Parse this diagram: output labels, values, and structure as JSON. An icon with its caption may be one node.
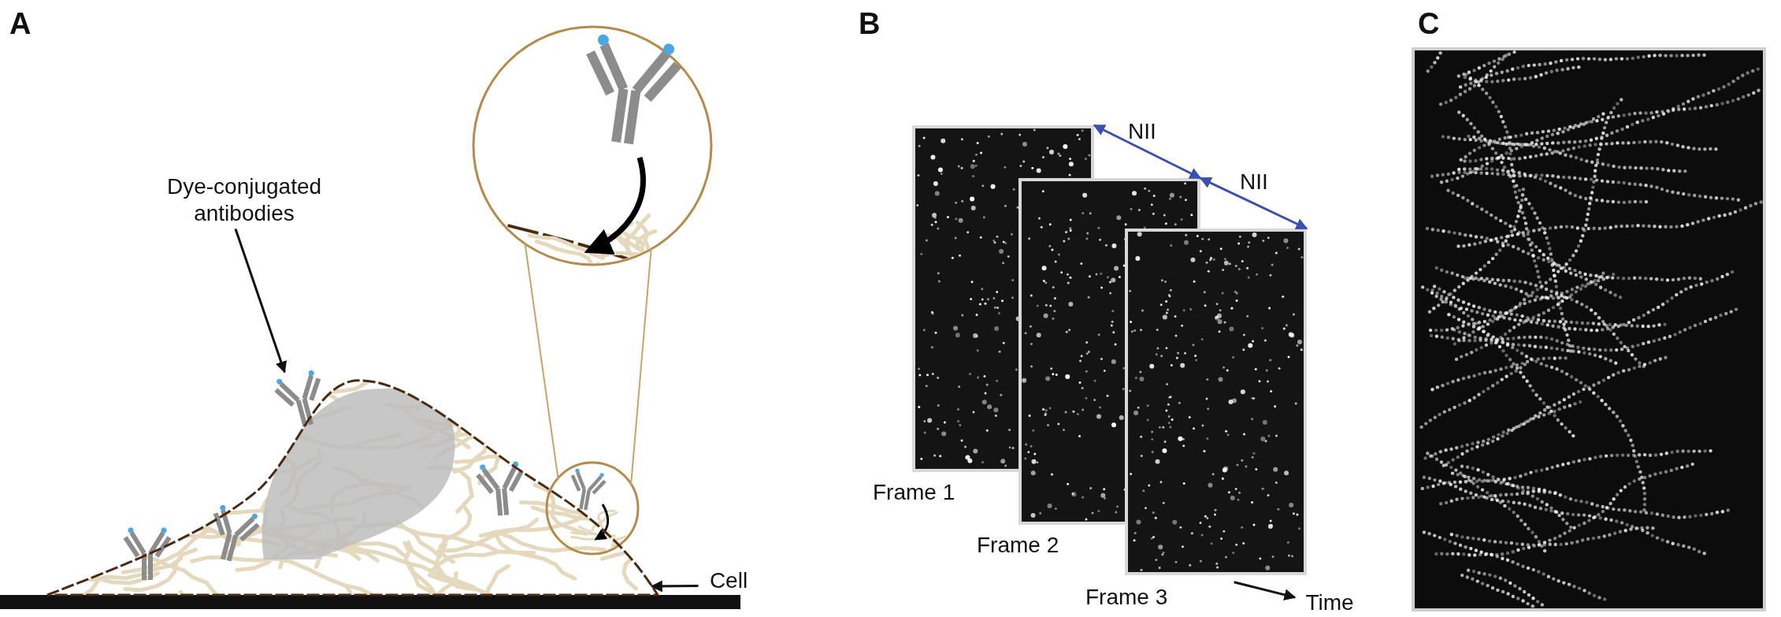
{
  "diagram": {
    "nodes": [
      {
        "text": [],
        "shape": "circle"
      },
      {
        "text": [
          "Dye-conjugated antibodies"
        ]
      },
      {
        "text": [],
        "shape": "picture"
      },
      {
        "text": [],
        "shape": "circle"
      },
      {
        "text": [
          "Cell"
        ]
      },
      {
        "text": [],
        "shape": "picture"
      },
      {
        "text": [],
        "shape": "picture",
        "beside": [
          "Frame 1"
        ]
      },
      {
        "text": [],
        "shape": "picture",
        "beside": [
          "Frame 2"
        ]
      },
      {
        "text": [],
        "shape": "picture",
        "beside": [
          "Frame 3"
        ]
      },
      {
        "text": [
          "Time"
        ]
      }
    ],
    "edges": [
      {
        "from": 1,
        "to": 2,
        "arrow": "to"
      },
      {
        "from": 4,
        "to": 5,
        "arrow": "to"
      },
      {
        "from": 3,
        "to": 0,
        "arrow": "none",
        "color": "#c9a46a"
      },
      {
        "from": 3,
        "to": 0,
        "arrow": "none",
        "color": "#c9a46a"
      },
      {
        "from": 6,
        "to": 7,
        "arrow": "both",
        "label": "NII",
        "color": "#3a4fb0"
      },
      {
        "from": 7,
        "to": 8,
        "arrow": "both",
        "label": "NII",
        "color": "#3a4fb0"
      },
      {
        "from": 8,
        "to": 9,
        "arrow": "to"
      }
    ],
    "labels": [
      "A",
      "B",
      "C"
    ]
  }
}
